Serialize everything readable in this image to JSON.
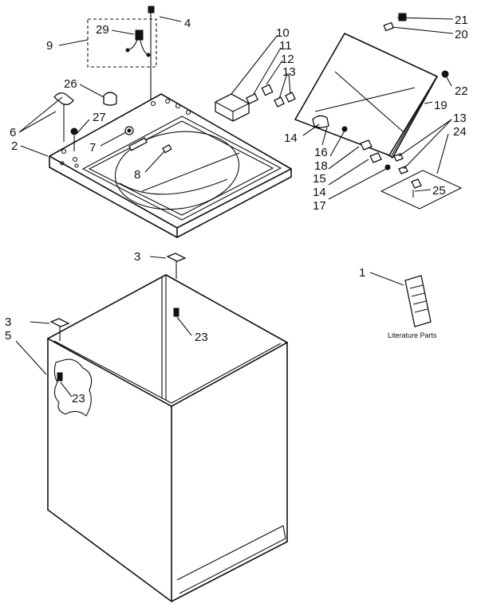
{
  "callouts": [
    {
      "id": "c1",
      "text": "1"
    },
    {
      "id": "c2",
      "text": "2"
    },
    {
      "id": "c3a",
      "text": "3"
    },
    {
      "id": "c3b",
      "text": "3"
    },
    {
      "id": "c4",
      "text": "4"
    },
    {
      "id": "c5",
      "text": "5"
    },
    {
      "id": "c6",
      "text": "6"
    },
    {
      "id": "c7",
      "text": "7"
    },
    {
      "id": "c8",
      "text": "8"
    },
    {
      "id": "c9",
      "text": "9"
    },
    {
      "id": "c10",
      "text": "10"
    },
    {
      "id": "c11",
      "text": "11"
    },
    {
      "id": "c12",
      "text": "12"
    },
    {
      "id": "c13a",
      "text": "13"
    },
    {
      "id": "c13b",
      "text": "13"
    },
    {
      "id": "c14a",
      "text": "14"
    },
    {
      "id": "c14b",
      "text": "14"
    },
    {
      "id": "c15",
      "text": "15"
    },
    {
      "id": "c16",
      "text": "16"
    },
    {
      "id": "c17",
      "text": "17"
    },
    {
      "id": "c18",
      "text": "18"
    },
    {
      "id": "c19",
      "text": "19"
    },
    {
      "id": "c20",
      "text": "20"
    },
    {
      "id": "c21",
      "text": "21"
    },
    {
      "id": "c22",
      "text": "22"
    },
    {
      "id": "c23a",
      "text": "23"
    },
    {
      "id": "c23b",
      "text": "23"
    },
    {
      "id": "c24",
      "text": "24"
    },
    {
      "id": "c25",
      "text": "25"
    },
    {
      "id": "c26",
      "text": "26"
    },
    {
      "id": "c27",
      "text": "27"
    },
    {
      "id": "c29",
      "text": "29"
    }
  ],
  "literature_label": "Literature Parts"
}
